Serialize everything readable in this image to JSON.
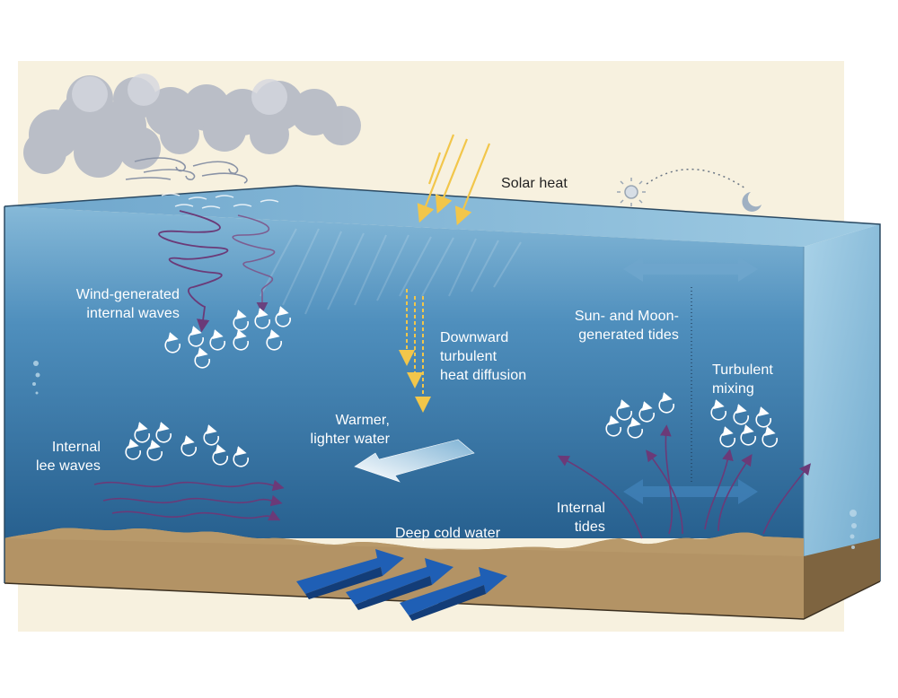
{
  "labels": {
    "solar_heat": "Solar heat",
    "wind_waves": [
      "Wind-generated",
      "internal waves"
    ],
    "downward_diffusion": [
      "Downward",
      "turbulent",
      "heat diffusion"
    ],
    "sun_moon_tides": [
      "Sun- and Moon-",
      "generated tides"
    ],
    "turbulent_mixing": [
      "Turbulent",
      "mixing"
    ],
    "warmer_water": [
      "Warmer,",
      "lighter water"
    ],
    "internal_lee_waves": [
      "Internal",
      "lee waves"
    ],
    "internal_tides": [
      "Internal",
      "tides"
    ],
    "deep_cold_water": "Deep cold water"
  },
  "colors": {
    "sky_background": "#f7f1df",
    "ocean_top": "#7fb4d6",
    "ocean_deep": "#2f6f9f",
    "side_face": "#9cc9e2",
    "seafloor": "#b89a6a",
    "sun_arrows": "#f2c64a",
    "wave_purple": "#6b3a78",
    "deep_arrows": "#1f5fb5",
    "warm_arrow": "#e8f3fb"
  },
  "icons": [
    "cloud-icon",
    "wind-gust-icon",
    "sun-icon",
    "moon-icon",
    "eddy-icon",
    "bubble-icon"
  ]
}
